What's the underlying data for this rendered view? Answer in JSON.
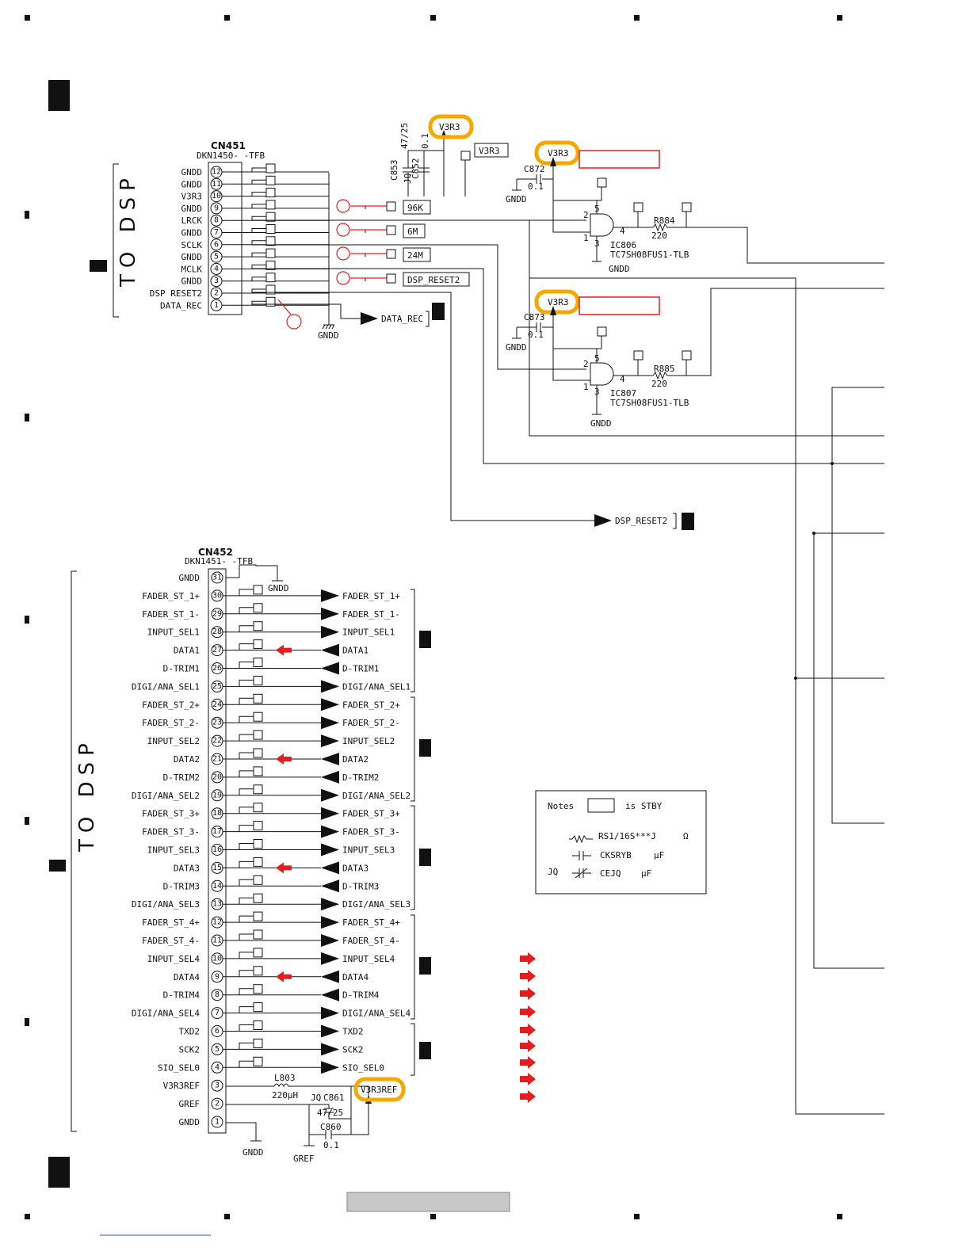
{
  "cn451": {
    "title": "CN451",
    "part": "DKN1450- -TFB",
    "pins": [
      {
        "num": "12",
        "label": "GNDD"
      },
      {
        "num": "11",
        "label": "GNDD"
      },
      {
        "num": "10",
        "label": "V3R3"
      },
      {
        "num": "9",
        "label": "GNDD"
      },
      {
        "num": "8",
        "label": "LRCK"
      },
      {
        "num": "7",
        "label": "GNDD"
      },
      {
        "num": "6",
        "label": "SCLK"
      },
      {
        "num": "5",
        "label": "GNDD"
      },
      {
        "num": "4",
        "label": "MCLK"
      },
      {
        "num": "3",
        "label": "GNDD"
      },
      {
        "num": "2",
        "label": "DSP RESET2"
      },
      {
        "num": "1",
        "label": "DATA_REC"
      }
    ],
    "side_label": "TO DSP",
    "clock_tags": [
      "96K",
      "6M",
      "24M",
      "DSP_RESET2"
    ],
    "gnd": "GNDD",
    "out_data_rec": "DATA_REC",
    "out_dsp_reset": "DSP_RESET2"
  },
  "power": {
    "v3r3": "V3R3",
    "c853": "C853",
    "c852": "C852",
    "c853_val": "47/25",
    "c852_val": "0.1",
    "jq": "JQ"
  },
  "ic806": {
    "cap": "C872",
    "cap_val": "0.1",
    "gnd_cap": "GNDD",
    "ref": "IC806",
    "part": "TC7SH08FUS1-TLB",
    "res": "R884",
    "res_val": "220",
    "gnd": "GNDD",
    "pin_in1": "2",
    "pin_in2": "1",
    "pin_vcc": "5",
    "pin_gnd": "3",
    "pin_out": "4"
  },
  "ic807": {
    "cap": "C873",
    "cap_val": "0.1",
    "gnd_cap": "GNDD",
    "ref": "IC807",
    "part": "TC7SH08FUS1-TLB",
    "res": "R885",
    "res_val": "220",
    "gnd": "GNDD",
    "pin_in1": "2",
    "pin_in2": "1",
    "pin_vcc": "5",
    "pin_gnd": "3",
    "pin_out": "4"
  },
  "cn452": {
    "title": "CN452",
    "part": "DKN1451- -TFB",
    "side_label": "TO DSP",
    "gnd_top": "GNDD",
    "pins": [
      {
        "num": "31",
        "label": "GNDD",
        "net": "",
        "dir": ""
      },
      {
        "num": "30",
        "label": "FADER_ST_1+",
        "net": "FADER_ST_1+",
        "dir": "out"
      },
      {
        "num": "29",
        "label": "FADER_ST_1-",
        "net": "FADER_ST_1-",
        "dir": "out"
      },
      {
        "num": "28",
        "label": "INPUT_SEL1",
        "net": "INPUT_SEL1",
        "dir": "out"
      },
      {
        "num": "27",
        "label": "DATA1",
        "net": "DATA1",
        "dir": "in"
      },
      {
        "num": "26",
        "label": "D-TRIM1",
        "net": "D-TRIM1",
        "dir": "in"
      },
      {
        "num": "25",
        "label": "DIGI/ANA_SEL1",
        "net": "DIGI/ANA_SEL1",
        "dir": "out"
      },
      {
        "num": "24",
        "label": "FADER_ST_2+",
        "net": "FADER_ST_2+",
        "dir": "out"
      },
      {
        "num": "23",
        "label": "FADER_ST_2-",
        "net": "FADER_ST_2-",
        "dir": "out"
      },
      {
        "num": "22",
        "label": "INPUT_SEL2",
        "net": "INPUT_SEL2",
        "dir": "out"
      },
      {
        "num": "21",
        "label": "DATA2",
        "net": "DATA2",
        "dir": "in"
      },
      {
        "num": "20",
        "label": "D-TRIM2",
        "net": "D-TRIM2",
        "dir": "in"
      },
      {
        "num": "19",
        "label": "DIGI/ANA_SEL2",
        "net": "DIGI/ANA_SEL2",
        "dir": "out"
      },
      {
        "num": "18",
        "label": "FADER_ST_3+",
        "net": "FADER_ST_3+",
        "dir": "out"
      },
      {
        "num": "17",
        "label": "FADER_ST_3-",
        "net": "FADER_ST_3-",
        "dir": "out"
      },
      {
        "num": "16",
        "label": "INPUT_SEL3",
        "net": "INPUT_SEL3",
        "dir": "out"
      },
      {
        "num": "15",
        "label": "DATA3",
        "net": "DATA3",
        "dir": "in"
      },
      {
        "num": "14",
        "label": "D-TRIM3",
        "net": "D-TRIM3",
        "dir": "in"
      },
      {
        "num": "13",
        "label": "DIGI/ANA_SEL3",
        "net": "DIGI/ANA_SEL3",
        "dir": "out"
      },
      {
        "num": "12",
        "label": "FADER_ST_4+",
        "net": "FADER_ST_4+",
        "dir": "out"
      },
      {
        "num": "11",
        "label": "FADER_ST_4-",
        "net": "FADER_ST_4-",
        "dir": "out"
      },
      {
        "num": "10",
        "label": "INPUT_SEL4",
        "net": "INPUT_SEL4",
        "dir": "out"
      },
      {
        "num": "9",
        "label": "DATA4",
        "net": "DATA4",
        "dir": "in"
      },
      {
        "num": "8",
        "label": "D-TRIM4",
        "net": "D-TRIM4",
        "dir": "in"
      },
      {
        "num": "7",
        "label": "DIGI/ANA_SEL4",
        "net": "DIGI/ANA_SEL4",
        "dir": "out"
      },
      {
        "num": "6",
        "label": "TXD2",
        "net": "TXD2",
        "dir": "out"
      },
      {
        "num": "5",
        "label": "SCK2",
        "net": "SCK2",
        "dir": "out"
      },
      {
        "num": "4",
        "label": "SIO_SEL0",
        "net": "SIO_SEL0",
        "dir": "out"
      },
      {
        "num": "3",
        "label": "V3R3REF",
        "net": "",
        "dir": ""
      },
      {
        "num": "2",
        "label": "GREF",
        "net": "",
        "dir": ""
      },
      {
        "num": "1",
        "label": "GNDD",
        "net": "",
        "dir": ""
      }
    ],
    "l803": "L803",
    "l803_val": "220µH",
    "c861": "C861",
    "c861_val": "47/25",
    "c861_jq": "JQ",
    "c860": "C860",
    "c860_val": "0.1",
    "v3r3ref": "V3R3REF",
    "gnd_bottom": "GNDD",
    "gref": "GREF"
  },
  "notes": {
    "title": "Notes",
    "stby": "is STBY",
    "res": "RS1/16S***J",
    "res_unit": "Ω",
    "cap1": "CKSRYB",
    "cap1_unit": "µF",
    "cap2_prefix": "JQ",
    "cap2": "CEJQ",
    "cap2_unit": "µF"
  }
}
